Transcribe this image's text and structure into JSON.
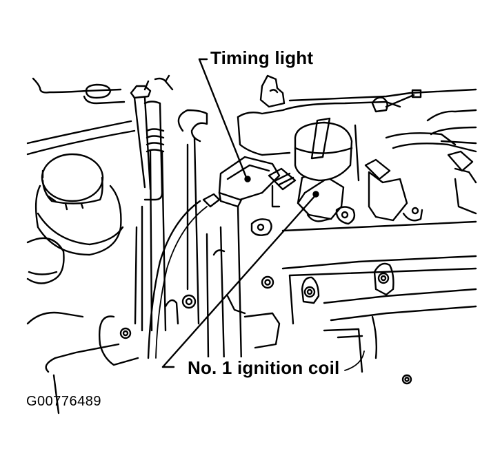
{
  "figure": {
    "type": "technical line illustration",
    "subject": "Engine top view with timing light clamped on No. 1 ignition coil lead",
    "callouts": [
      {
        "id": "timing-light",
        "label": "Timing light"
      },
      {
        "id": "ignition-coil",
        "label": "No. 1 ignition coil"
      }
    ],
    "figure_id": "G00776489",
    "colors": {
      "line": "#000000",
      "background": "#ffffff"
    }
  }
}
